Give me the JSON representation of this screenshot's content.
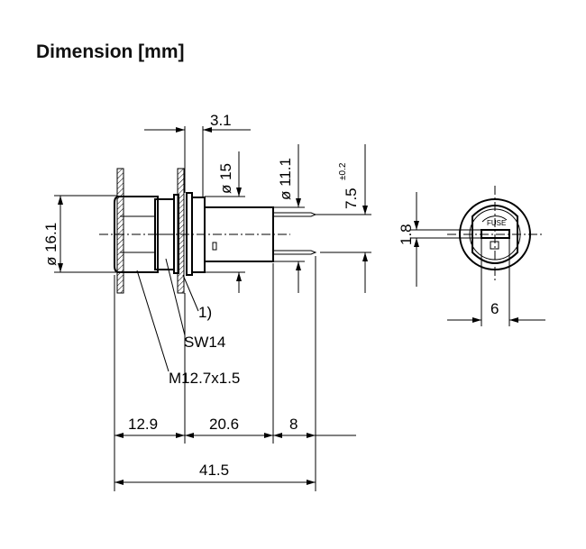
{
  "title": "Dimension [mm]",
  "dimensions": {
    "flange_thickness": "3.1",
    "diameter_front": "ø 16.1",
    "diameter_15": "ø 15",
    "diameter_11": "ø 11.1",
    "pin_spacing": "7.5",
    "pin_spacing_tol": "±0.2",
    "slot_height": "1.8",
    "slot_width": "6",
    "len_front": "12.9",
    "len_body": "20.6",
    "len_pins": "8",
    "len_total": "41.5"
  },
  "callouts": {
    "note": "1)",
    "wrench": "SW14",
    "thread": "M12.7x1.5"
  },
  "front_view": {
    "label": "FUSE"
  }
}
